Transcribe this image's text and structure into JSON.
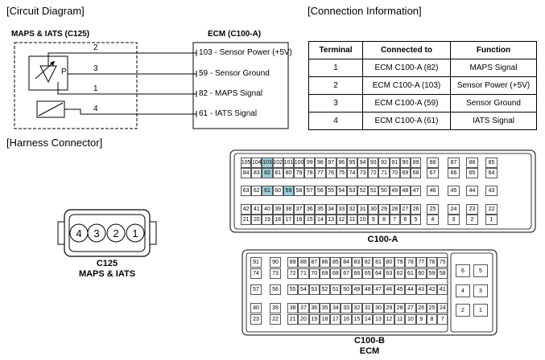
{
  "sections": {
    "circuit": "[Circuit Diagram]",
    "connection": "[Connection Information]",
    "harness": "[Harness Connector]"
  },
  "circuit": {
    "sensor_title": "MAPS & IATS (C125)",
    "ecm_title": "ECM (C100-A)",
    "sensor_symbol": "P",
    "wires": [
      {
        "num": "2",
        "label": "103 - Sensor Power (+5V)"
      },
      {
        "num": "3",
        "label": "59 - Sensor Ground"
      },
      {
        "num": "1",
        "label": "82 - MAPS Signal"
      },
      {
        "num": "4",
        "label": "61 - IATS Signal"
      }
    ]
  },
  "connection_table": {
    "headers": [
      "Terminal",
      "Connected to",
      "Function"
    ],
    "rows": [
      [
        "1",
        "ECM C100-A (82)",
        "MAPS Signal"
      ],
      [
        "2",
        "ECM C100-A (103)",
        "Sensor Power (+5V)"
      ],
      [
        "3",
        "ECM C100-A (59)",
        "Sensor Ground"
      ],
      [
        "4",
        "ECM C100-A (61)",
        "IATS Signal"
      ]
    ]
  },
  "c125": {
    "pins": [
      "4",
      "3",
      "2",
      "1"
    ],
    "caption1": "C125",
    "caption2": "MAPS & IATS"
  },
  "c100a": {
    "title": "C100-A",
    "highlight": [
      "103",
      "82",
      "61",
      "59"
    ],
    "rows": [
      [
        [
          "105",
          "104",
          "103",
          "102",
          "101",
          "100",
          "99",
          "98",
          "97",
          "96",
          "95",
          "94",
          "93",
          "92",
          "91",
          "90",
          "89"
        ],
        [
          "88"
        ],
        [
          "87"
        ],
        [
          "86"
        ],
        [
          "85"
        ]
      ],
      [
        [
          "84",
          "83",
          "82",
          "81",
          "80",
          "79",
          "78",
          "77",
          "76",
          "75",
          "74",
          "73",
          "72",
          "71",
          "70",
          "69",
          "68"
        ],
        [
          "67"
        ],
        [
          "66"
        ],
        [
          "65"
        ],
        [
          "64"
        ]
      ],
      [
        [
          "63",
          "62",
          "61",
          "60",
          "59",
          "58",
          "57",
          "56",
          "55",
          "54",
          "53",
          "52",
          "51",
          "50",
          "49",
          "48",
          "47"
        ],
        [
          "46"
        ],
        [
          "45"
        ],
        [
          "44"
        ],
        [
          "43"
        ]
      ],
      [
        [
          "42",
          "41",
          "40",
          "39",
          "38",
          "37",
          "36",
          "35",
          "34",
          "33",
          "32",
          "31",
          "30",
          "29",
          "28",
          "27",
          "26"
        ],
        [
          "25"
        ],
        [
          "24"
        ],
        [
          "23"
        ],
        [
          "22"
        ]
      ],
      [
        [
          "21",
          "20",
          "19",
          "18",
          "17",
          "16",
          "15",
          "14",
          "13",
          "12",
          "11",
          "10",
          "9",
          "8",
          "7",
          "6",
          "5"
        ],
        [
          "4"
        ],
        [
          "3"
        ],
        [
          "2"
        ],
        [
          "1"
        ]
      ]
    ]
  },
  "c100b": {
    "title1": "C100-B",
    "title2": "ECM",
    "rows": [
      [
        [
          "91"
        ],
        [
          "90"
        ],
        [
          "89",
          "88",
          "87",
          "86",
          "85",
          "84",
          "83",
          "82",
          "81",
          "80",
          "79",
          "78",
          "77",
          "76",
          "75"
        ],
        [
          "6",
          "5"
        ]
      ],
      [
        [
          "74"
        ],
        [
          "73"
        ],
        [
          "72",
          "71",
          "70",
          "69",
          "68",
          "67",
          "66",
          "65",
          "64",
          "63",
          "62",
          "61",
          "60",
          "59",
          "58"
        ]
      ],
      [
        [
          "57"
        ],
        [
          "56"
        ],
        [
          "55",
          "54",
          "53",
          "52",
          "51",
          "50",
          "49",
          "48",
          "47",
          "46",
          "45",
          "44",
          "43",
          "42",
          "41"
        ],
        [
          "4",
          "3"
        ]
      ],
      [
        [
          "40"
        ],
        [
          "39"
        ],
        [
          "38",
          "37",
          "36",
          "35",
          "34",
          "33",
          "32",
          "31",
          "30",
          "29",
          "28",
          "27",
          "26",
          "25",
          "24"
        ],
        [
          "2",
          "1"
        ]
      ],
      [
        [
          "23"
        ],
        [
          "22"
        ],
        [
          "21",
          "20",
          "19",
          "18",
          "17",
          "16",
          "15",
          "14",
          "13",
          "12",
          "11",
          "10",
          "9",
          "8",
          "7"
        ]
      ]
    ]
  }
}
